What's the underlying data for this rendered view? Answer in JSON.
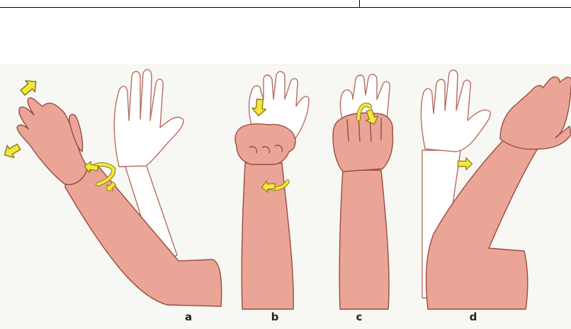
{
  "figure": {
    "panels": [
      {
        "id": "a",
        "label": "a"
      },
      {
        "id": "b",
        "label": "b"
      },
      {
        "id": "c",
        "label": "c"
      },
      {
        "id": "d",
        "label": "d"
      }
    ]
  },
  "colors": {
    "skin": "#eaa597",
    "skin_outline": "#9a4a40",
    "ghost_fill": "#ffffff",
    "ghost_outline": "#b86e60",
    "arrow_fill": "#f3e83a",
    "arrow_outline": "#8a7a10",
    "background": "#f7f7f4",
    "rule": "#000000"
  }
}
